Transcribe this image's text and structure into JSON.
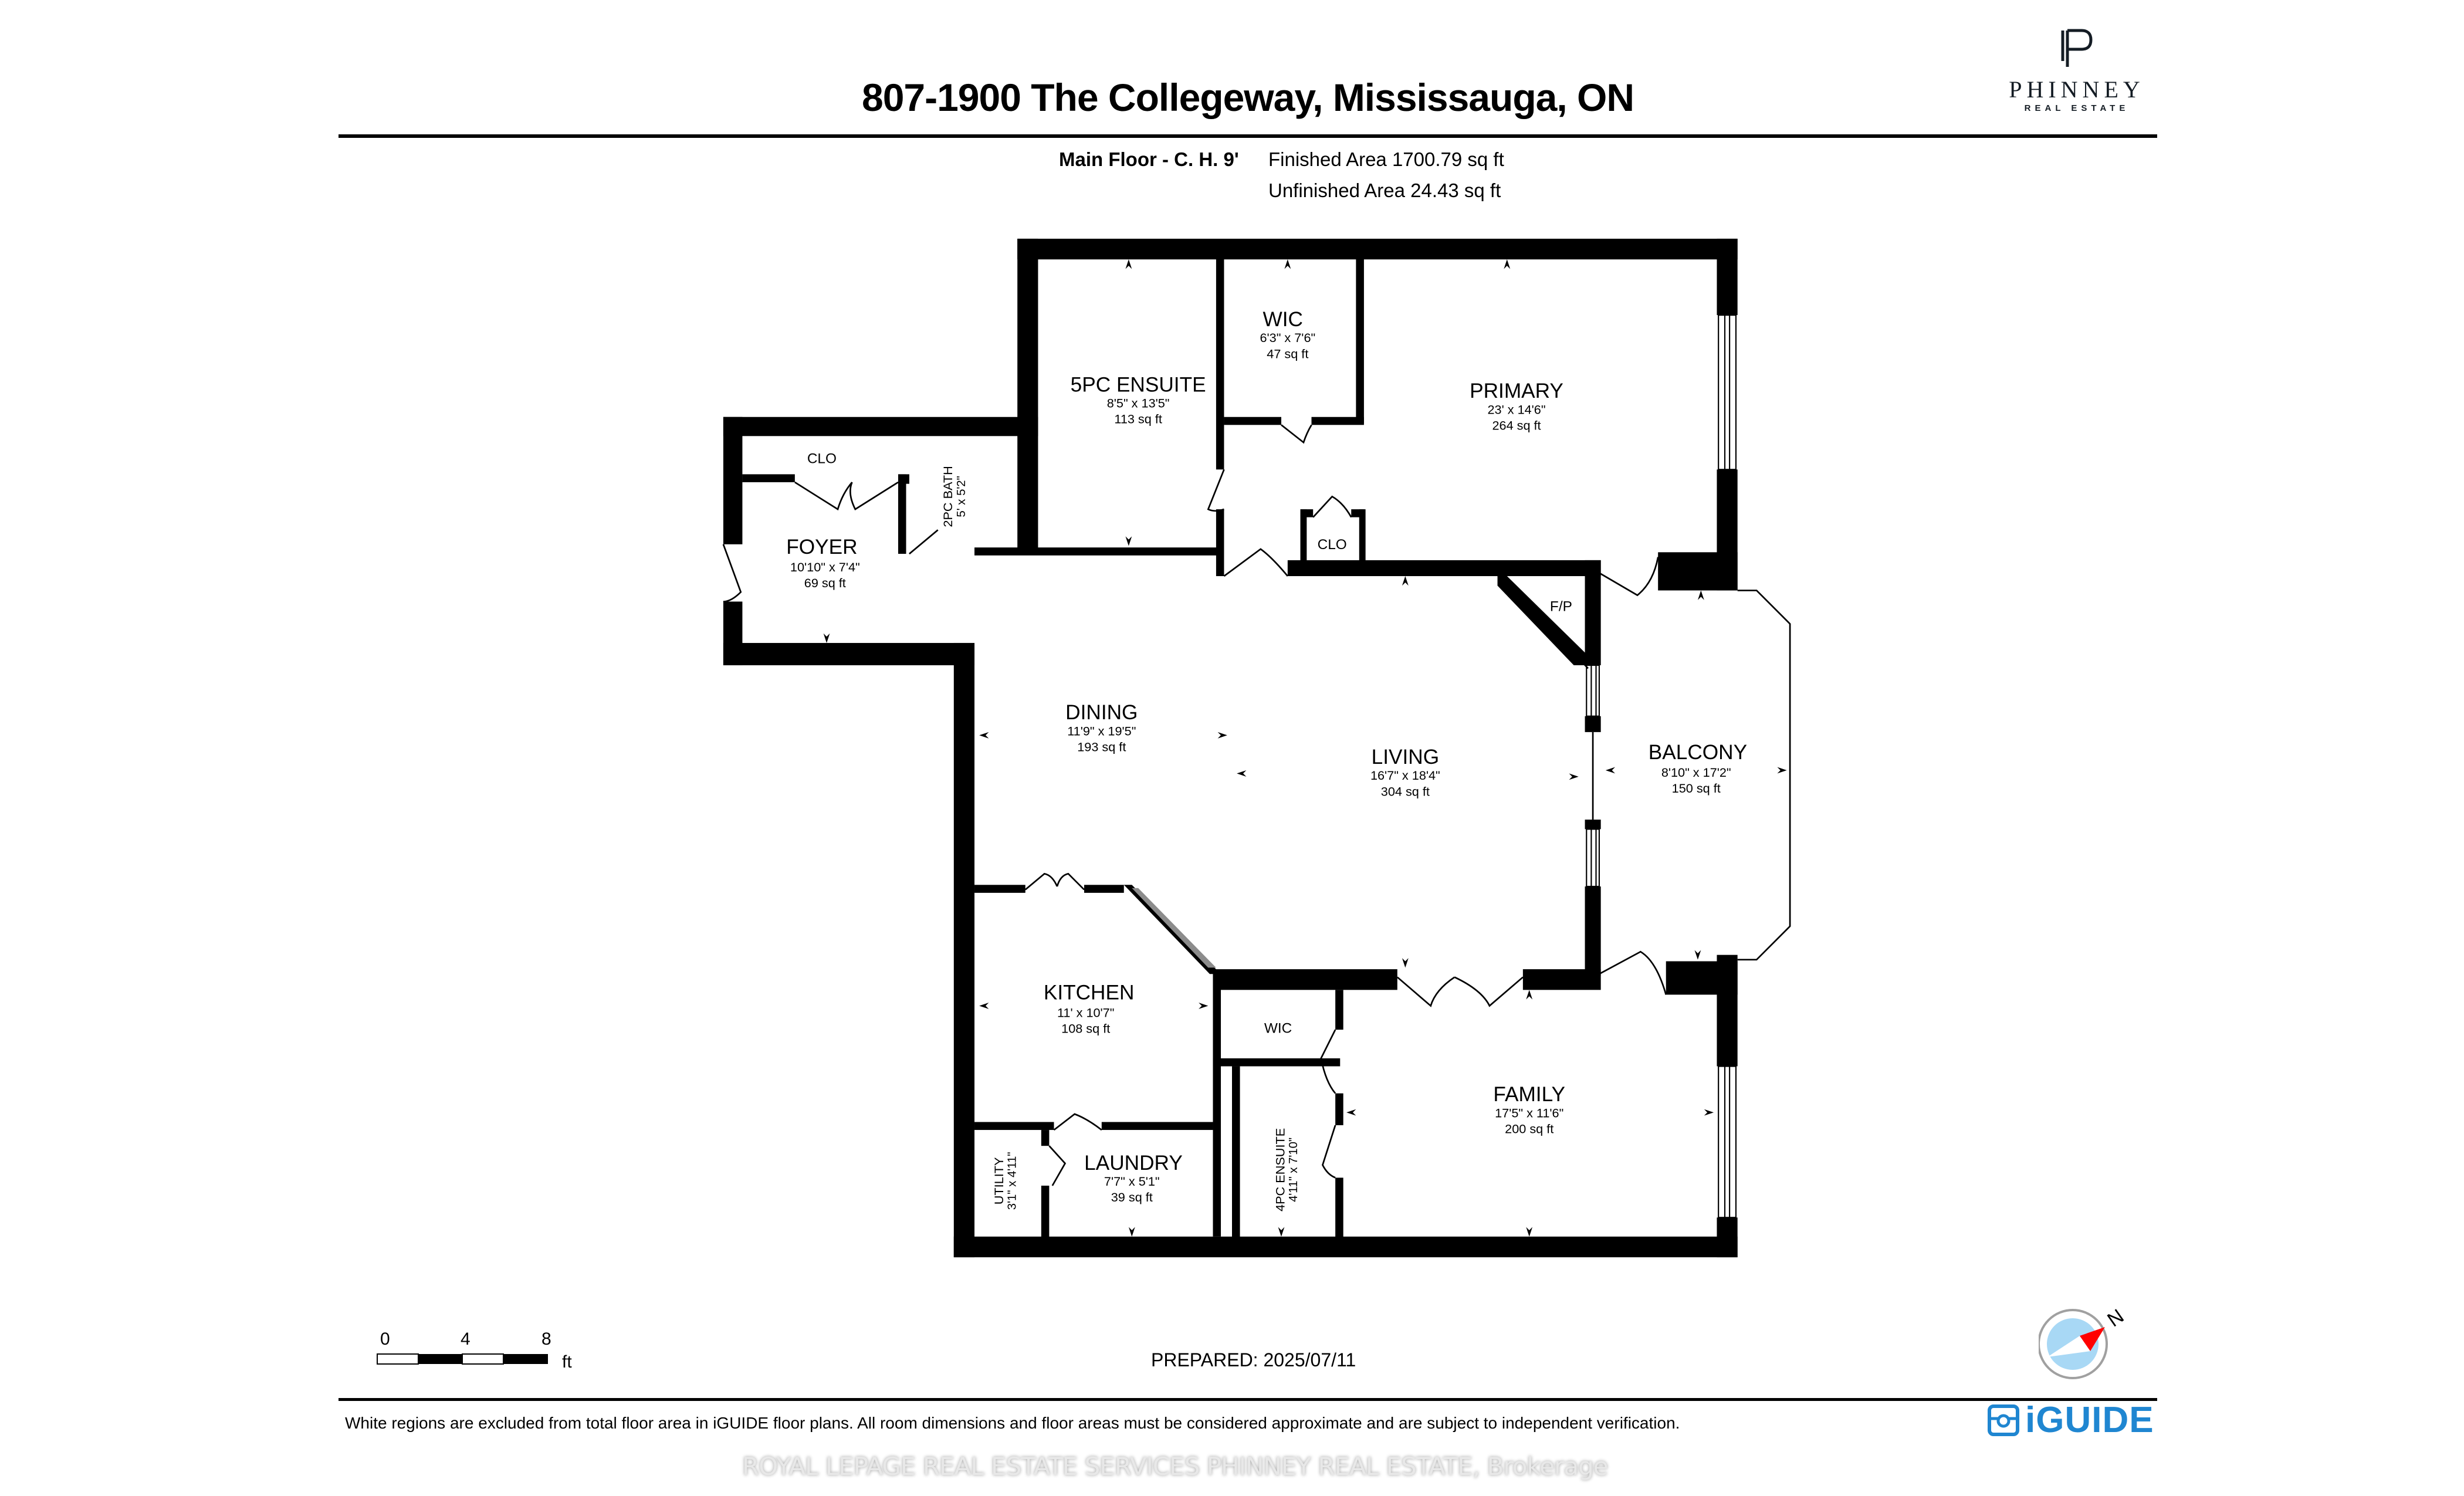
{
  "header": {
    "title": "807-1900 The Collegeway, Mississauga, ON",
    "logo": {
      "mark": "PP",
      "name": "PHINNEY",
      "sub": "REAL ESTATE"
    },
    "floor_label": "Main Floor - C. H. 9'",
    "finished_area": "Finished Area 1700.79 sq ft",
    "unfinished_area": "Unfinished Area 24.43 sq ft"
  },
  "rooms": [
    {
      "name": "5PC ENSUITE",
      "dims": "8'5\" x 13'5\"",
      "area": "113 sq ft"
    },
    {
      "name": "WIC",
      "dims": "6'3\" x 7'6\"",
      "area": "47 sq ft"
    },
    {
      "name": "PRIMARY",
      "dims": "23' x 14'6\"",
      "area": "264 sq ft"
    },
    {
      "name": "CLO",
      "dims": "",
      "area": ""
    },
    {
      "name": "2PC BATH",
      "dims": "5' x 5'2\"",
      "area": ""
    },
    {
      "name": "FOYER",
      "dims": "10'10\" x 7'4\"",
      "area": "69 sq ft"
    },
    {
      "name": "CLO",
      "dims": "",
      "area": ""
    },
    {
      "name": "F/P",
      "dims": "",
      "area": ""
    },
    {
      "name": "DINING",
      "dims": "11'9\" x 19'5\"",
      "area": "193 sq ft"
    },
    {
      "name": "LIVING",
      "dims": "16'7\" x 18'4\"",
      "area": "304 sq ft"
    },
    {
      "name": "BALCONY",
      "dims": "8'10\" x 17'2\"",
      "area": "150 sq ft"
    },
    {
      "name": "KITCHEN",
      "dims": "11' x 10'7\"",
      "area": "108 sq ft"
    },
    {
      "name": "WIC",
      "dims": "",
      "area": ""
    },
    {
      "name": "FAMILY",
      "dims": "17'5\" x 11'6\"",
      "area": "200 sq ft"
    },
    {
      "name": "4PC ENSUITE",
      "dims": "4'11\" x 7'10\"",
      "area": ""
    },
    {
      "name": "LAUNDRY",
      "dims": "7'7\" x 5'1\"",
      "area": "39 sq ft"
    },
    {
      "name": "UTILITY",
      "dims": "3'1\" x 4'11\"",
      "area": ""
    }
  ],
  "scale_bar": {
    "ticks": [
      "0",
      "4",
      "8"
    ],
    "unit": "ft"
  },
  "footer": {
    "prepared": "PREPARED: 2025/07/11",
    "disclaimer": "White regions are excluded from total floor area in iGUIDE floor plans. All room dimensions and floor areas must be considered approximate and are subject to independent verification.",
    "watermark": "ROYAL LEPAGE REAL ESTATE SERVICES PHINNEY REAL ESTATE, Brokerage",
    "brand": "iGUIDE",
    "compass_label": "N"
  },
  "colors": {
    "wall": "#000000",
    "brand_blue": "#1f86d1",
    "compass_fill": "#a8d8f5",
    "compass_needle": "#ff0000",
    "logo": "#141c24"
  }
}
